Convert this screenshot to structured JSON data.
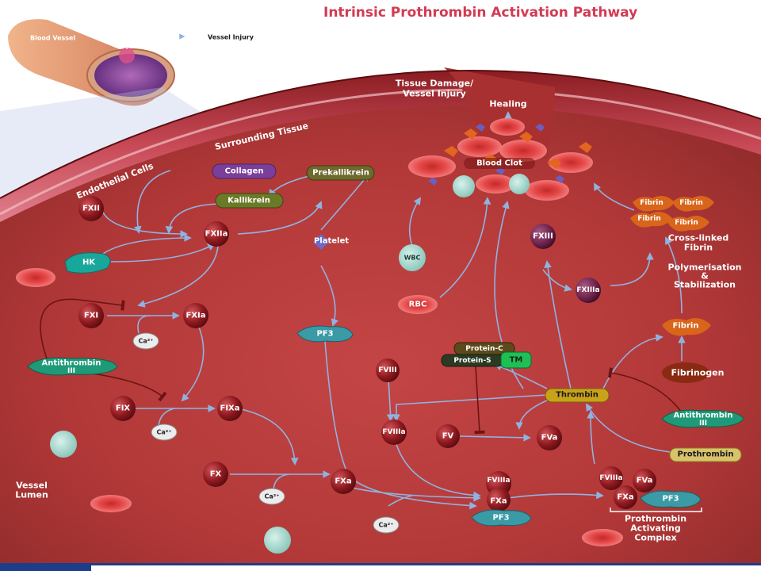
{
  "title": "Intrinsic Prothrombin Activation Pathway",
  "inset": {
    "blood_vessel": "Blood Vessel",
    "vessel_injury": "Vessel Injury"
  },
  "regions": {
    "tissue_damage_line1": "Tissue Damage/",
    "tissue_damage_line2": "Vessel Injury",
    "healing": "Healing",
    "surrounding_tissue": "Surrounding Tissue",
    "endothelial_cells": "Endothelial Cells",
    "blood_clot": "Blood Clot",
    "vessel_lumen_line1": "Vessel",
    "vessel_lumen_line2": "Lumen",
    "polymerisation_line1": "Polymerisation",
    "polymerisation_line2": "&",
    "polymerisation_line3": "Stabilization",
    "crosslinked_line1": "Cross-linked",
    "crosslinked_line2": "Fibrin",
    "ptac_line1": "Prothrombin",
    "ptac_line2": "Activating",
    "ptac_line3": "Complex"
  },
  "nodes": {
    "collagen": "Collagen",
    "prekallikrein": "Prekallikrein",
    "kallikrein": "Kallikrein",
    "fxii": "FXII",
    "fxiia": "FXIIa",
    "hk": "HK",
    "platelet": "Platelet",
    "fxi": "FXI",
    "fxia": "FXIa",
    "ca1": "Ca²⁺",
    "antithrombin1_line1": "Antithrombin",
    "antithrombin1_line2": "III",
    "fix": "FIX",
    "fixa": "FIXa",
    "ca2": "Ca²⁺",
    "fx": "FX",
    "fxa": "FXa",
    "ca3": "Ca²⁺",
    "pf3_top": "PF3",
    "wbc": "WBC",
    "rbc": "RBC",
    "fviii": "FVIII",
    "fviiia": "FVIIIa",
    "fv": "FV",
    "fva": "FVa",
    "protein_c": "Protein-C",
    "protein_s": "Protein-S",
    "tm": "TM",
    "thrombin": "Thrombin",
    "fxiii": "FXIII",
    "fxiiia": "FXIIIa",
    "fibrin": "Fibrin",
    "fibrinogen": "Fibrinogen",
    "antithrombin2_line1": "Antithrombin",
    "antithrombin2_line2": "III",
    "prothrombin": "Prothrombin",
    "complex_fviiia": "FVIIIa",
    "complex_fxa": "FXa",
    "complex_pf3": "PF3",
    "ptac_fviiia": "FVIIIa",
    "ptac_fva": "FVa",
    "ptac_fxa": "FXa",
    "ptac_pf3": "PF3",
    "ca4": "Ca²⁺",
    "fibrin_a": "Fibrin",
    "fibrin_b": "Fibrin",
    "fibrin_c": "Fibrin",
    "fibrin_d": "Fibrin"
  },
  "colors": {
    "title": "#d23a52",
    "lumen": "#b0393a",
    "arrow": "#8fb3e0",
    "factor": "#8a1a1e",
    "hk": "#1aa79b",
    "antithrombin": "#1f9a78",
    "pf3": "#3a9aa6",
    "thrombin": "#c8a21a",
    "fibrin": "#d9651a"
  }
}
